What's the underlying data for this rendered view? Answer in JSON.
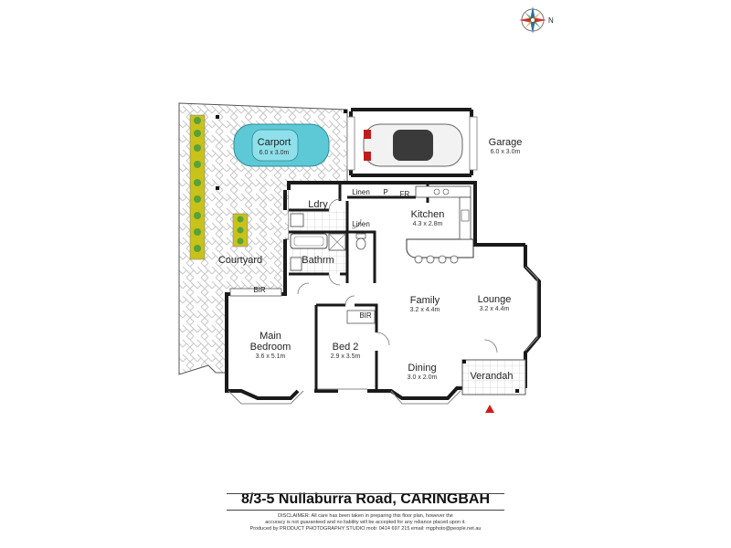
{
  "rooms": {
    "carport": {
      "name": "Carport",
      "dims": "6.0 x 3.0m"
    },
    "garage": {
      "name": "Garage",
      "dims": "6.0 x 3.0m"
    },
    "laundry": {
      "name": "Ldry"
    },
    "kitchen": {
      "name": "Kitchen",
      "dims": "4.3 x 2.8m"
    },
    "courtyard": {
      "name": "Courtyard"
    },
    "bathroom": {
      "name": "Bathrm"
    },
    "family": {
      "name": "Family",
      "dims": "3.2 x 4.4m"
    },
    "lounge": {
      "name": "Lounge",
      "dims": "3.2 x 4.4m"
    },
    "main_bedroom": {
      "name_line1": "Main",
      "name_line2": "Bedroom",
      "dims": "3.6 x 5.1m"
    },
    "bed2": {
      "name": "Bed 2",
      "dims": "2.9 x 3.5m"
    },
    "dining": {
      "name": "Dining",
      "dims": "3.0 x 2.0m"
    },
    "verandah": {
      "name": "Verandah"
    }
  },
  "fixtures": {
    "linen_top": "Linen",
    "pantry": "P",
    "fridge": "FR",
    "linen_hall": "Linen",
    "bir_main": "BIR",
    "bir_bed2": "BIR"
  },
  "compass_letter": "N",
  "address": "8/3-5 Nullaburra Road, CARINGBAH",
  "disclaimer": {
    "line1": "DISCLAIMER: All care has been taken in preparing this floor plan, however the",
    "line2": "accuracy is not guaranteed and no liability will be accepted for any reliance placed upon it.",
    "line3": "Produced by PRODUCT PHOTOGRAPHY STUDIO mob: 0414 697 215 email: mgphoto@people.net.au"
  },
  "colors": {
    "wall": "#1a1a1a",
    "entry_arrow": "#d11a1a",
    "carport_car": "#5ec9d6",
    "garden": "#c8c21a",
    "shrub": "#5aa13a"
  }
}
